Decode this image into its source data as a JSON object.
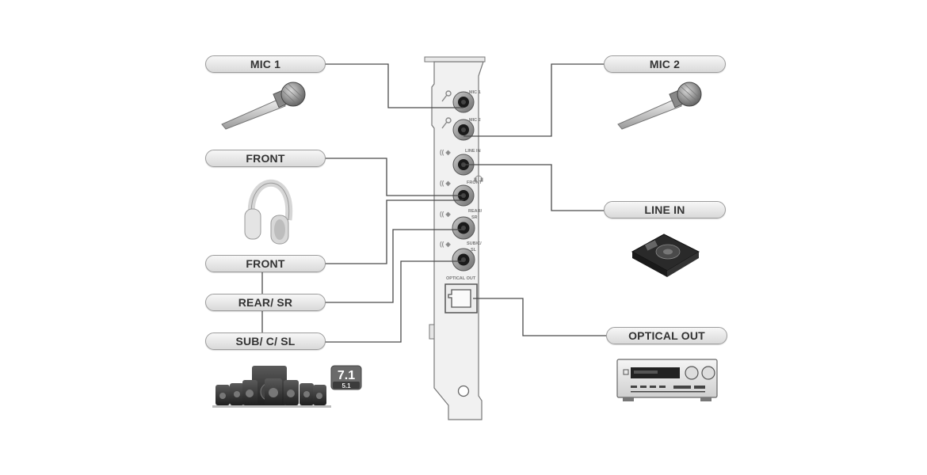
{
  "labels": {
    "mic1": "MIC 1",
    "mic2": "MIC 2",
    "front_top": "FRONT",
    "line_in": "LINE IN",
    "front_bottom": "FRONT",
    "rear_sr": "REAR/ SR",
    "sub_c_sl": "SUB/ C/ SL",
    "optical_out": "OPTICAL OUT"
  },
  "card_jacks": {
    "mic1": "MIC 1",
    "mic2": "MIC 2",
    "line_in": "LINE IN",
    "front": "FRONT",
    "rear_1": "REAR/",
    "rear_2": "SR",
    "sub_1": "SUB/C/",
    "sub_2": "SL",
    "optical_out": "OPTICAL OUT"
  },
  "speaker_badge": {
    "primary": "7.1",
    "secondary": "5.1"
  },
  "icons": [
    "microphone-icon",
    "headphones-icon",
    "speaker-system-icon",
    "media-player-icon",
    "av-receiver-icon"
  ],
  "colors": {
    "line": "#4a4a4a",
    "pill_border": "#9c9c9c",
    "card_fill": "#f1f1f1"
  }
}
